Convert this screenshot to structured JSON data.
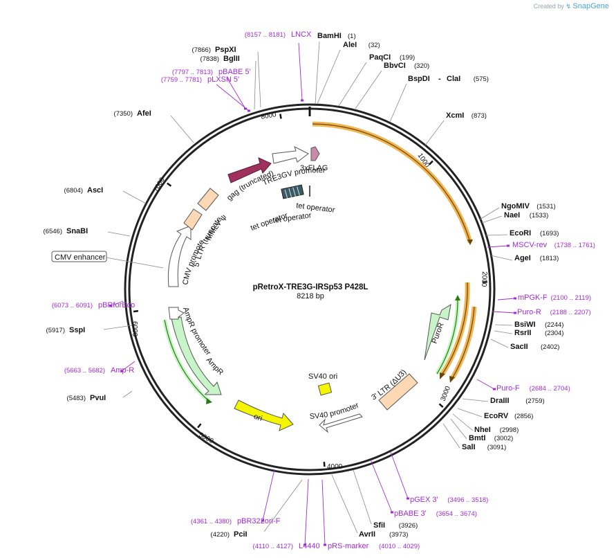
{
  "credit": {
    "prefix": "Created by",
    "brand": "SnapGene"
  },
  "plasmid": {
    "name": "pRetroX-TRE3G-IRSp53 P428L",
    "size_label": "8218 bp",
    "total_bp": 8218
  },
  "colors": {
    "backbone": "#222222",
    "primer": "#a22ad6",
    "orange": "#f0b450",
    "gag": "#a0305e",
    "ltr": "#fcd9b4",
    "ampr": "#c8f5c8",
    "ori": "#f5f500",
    "flag": "#c98aa8"
  },
  "ticks": [
    {
      "bp": 1000,
      "label": "1000"
    },
    {
      "bp": 2000,
      "label": "2000"
    },
    {
      "bp": 3000,
      "label": "3000"
    },
    {
      "bp": 4000,
      "label": "4000"
    },
    {
      "bp": 5000,
      "label": "5000"
    },
    {
      "bp": 6000,
      "label": "6000"
    },
    {
      "bp": 7000,
      "label": "7000"
    },
    {
      "bp": 8000,
      "label": "8000"
    }
  ],
  "enzymes": [
    {
      "name": "BamHI",
      "pos": "(1)"
    },
    {
      "name": "AleI",
      "pos": "(32)"
    },
    {
      "name": "PaqCI",
      "pos": "(199)"
    },
    {
      "name": "BbvCI",
      "pos": "(320)"
    },
    {
      "name": "BspDI",
      "sep": "-",
      "name2": "ClaI",
      "pos": "(575)"
    },
    {
      "name": "XcmI",
      "pos": "(873)"
    },
    {
      "name": "NgoMIV",
      "pos": "(1531)"
    },
    {
      "name": "NaeI",
      "pos": "(1533)"
    },
    {
      "name": "EcoRI",
      "pos": "(1693)"
    },
    {
      "name": "AgeI",
      "pos": "(1813)"
    },
    {
      "name": "BsiWI",
      "pos": "(2244)"
    },
    {
      "name": "RsrII",
      "pos": "(2304)"
    },
    {
      "name": "SacII",
      "pos": "(2402)"
    },
    {
      "name": "DraIII",
      "pos": "(2759)"
    },
    {
      "name": "EcoRV",
      "pos": "(2856)"
    },
    {
      "name": "NheI",
      "pos": "(2998)"
    },
    {
      "name": "BmtI",
      "pos": "(3002)"
    },
    {
      "name": "SalI",
      "pos": "(3091)"
    },
    {
      "name": "SfiI",
      "pos": "(3926)"
    },
    {
      "name": "AvrII",
      "pos": "(3973)"
    },
    {
      "name": "PciI",
      "pos": "(4220)"
    },
    {
      "name": "PvuI",
      "pos": "(5483)"
    },
    {
      "name": "SspI",
      "pos": "(5917)"
    },
    {
      "name": "SnaBI",
      "pos": "(6546)"
    },
    {
      "name": "AscI",
      "pos": "(6804)"
    },
    {
      "name": "AfeI",
      "pos": "(7350)"
    },
    {
      "name": "BglII",
      "pos": "(7838)"
    },
    {
      "name": "PspXI",
      "pos": "(7866)"
    }
  ],
  "primers": [
    {
      "name": "LNCX",
      "range": "(8157 .. 8181)"
    },
    {
      "name": "pBABE 5'",
      "range": "(7797 .. 7813)"
    },
    {
      "name": "pLXSN 5'",
      "range": "(7759 .. 7781)"
    },
    {
      "name": "MSCV-rev",
      "range": "(1738 .. 1761)"
    },
    {
      "name": "mPGK-F",
      "range": "(2100 .. 2119)"
    },
    {
      "name": "Puro-R",
      "range": "(2188 .. 2207)"
    },
    {
      "name": "Puro-F",
      "range": "(2684 .. 2704)"
    },
    {
      "name": "pGEX 3'",
      "range": "(3496 .. 3518)"
    },
    {
      "name": "pBABE 3'",
      "range": "(3654 .. 3674)"
    },
    {
      "name": "pRS-marker",
      "range": "(4010 .. 4029)"
    },
    {
      "name": "L4440",
      "range": "(4110 .. 4127)"
    },
    {
      "name": "pBR322ori-F",
      "range": "(4361 .. 4380)"
    },
    {
      "name": "Amp-R",
      "range": "(5663 .. 5682)"
    },
    {
      "name": "pBRforEco",
      "range": "(6073 .. 6091)"
    }
  ],
  "features": {
    "cmv_enhancer": "CMV enhancer",
    "cmv_promoter": "CMV promoter",
    "ltr5": "5' LTR (truncated)",
    "mmlv": "MMLV ψ",
    "gag": "gag (truncated)",
    "tre3gv": "TRE3GV promoter",
    "flag": "3xFLAG",
    "tet1": "tet operator",
    "tet2": "tet operator",
    "tet3": "tet operator",
    "puror": "PuroR",
    "ltr3": "3' LTR (ΔU3)",
    "sv40ori": "SV40 ori",
    "sv40prom": "SV40 promoter",
    "ori": "ori",
    "ampr": "AmpR",
    "ampr_prom": "AmpR promoter"
  }
}
